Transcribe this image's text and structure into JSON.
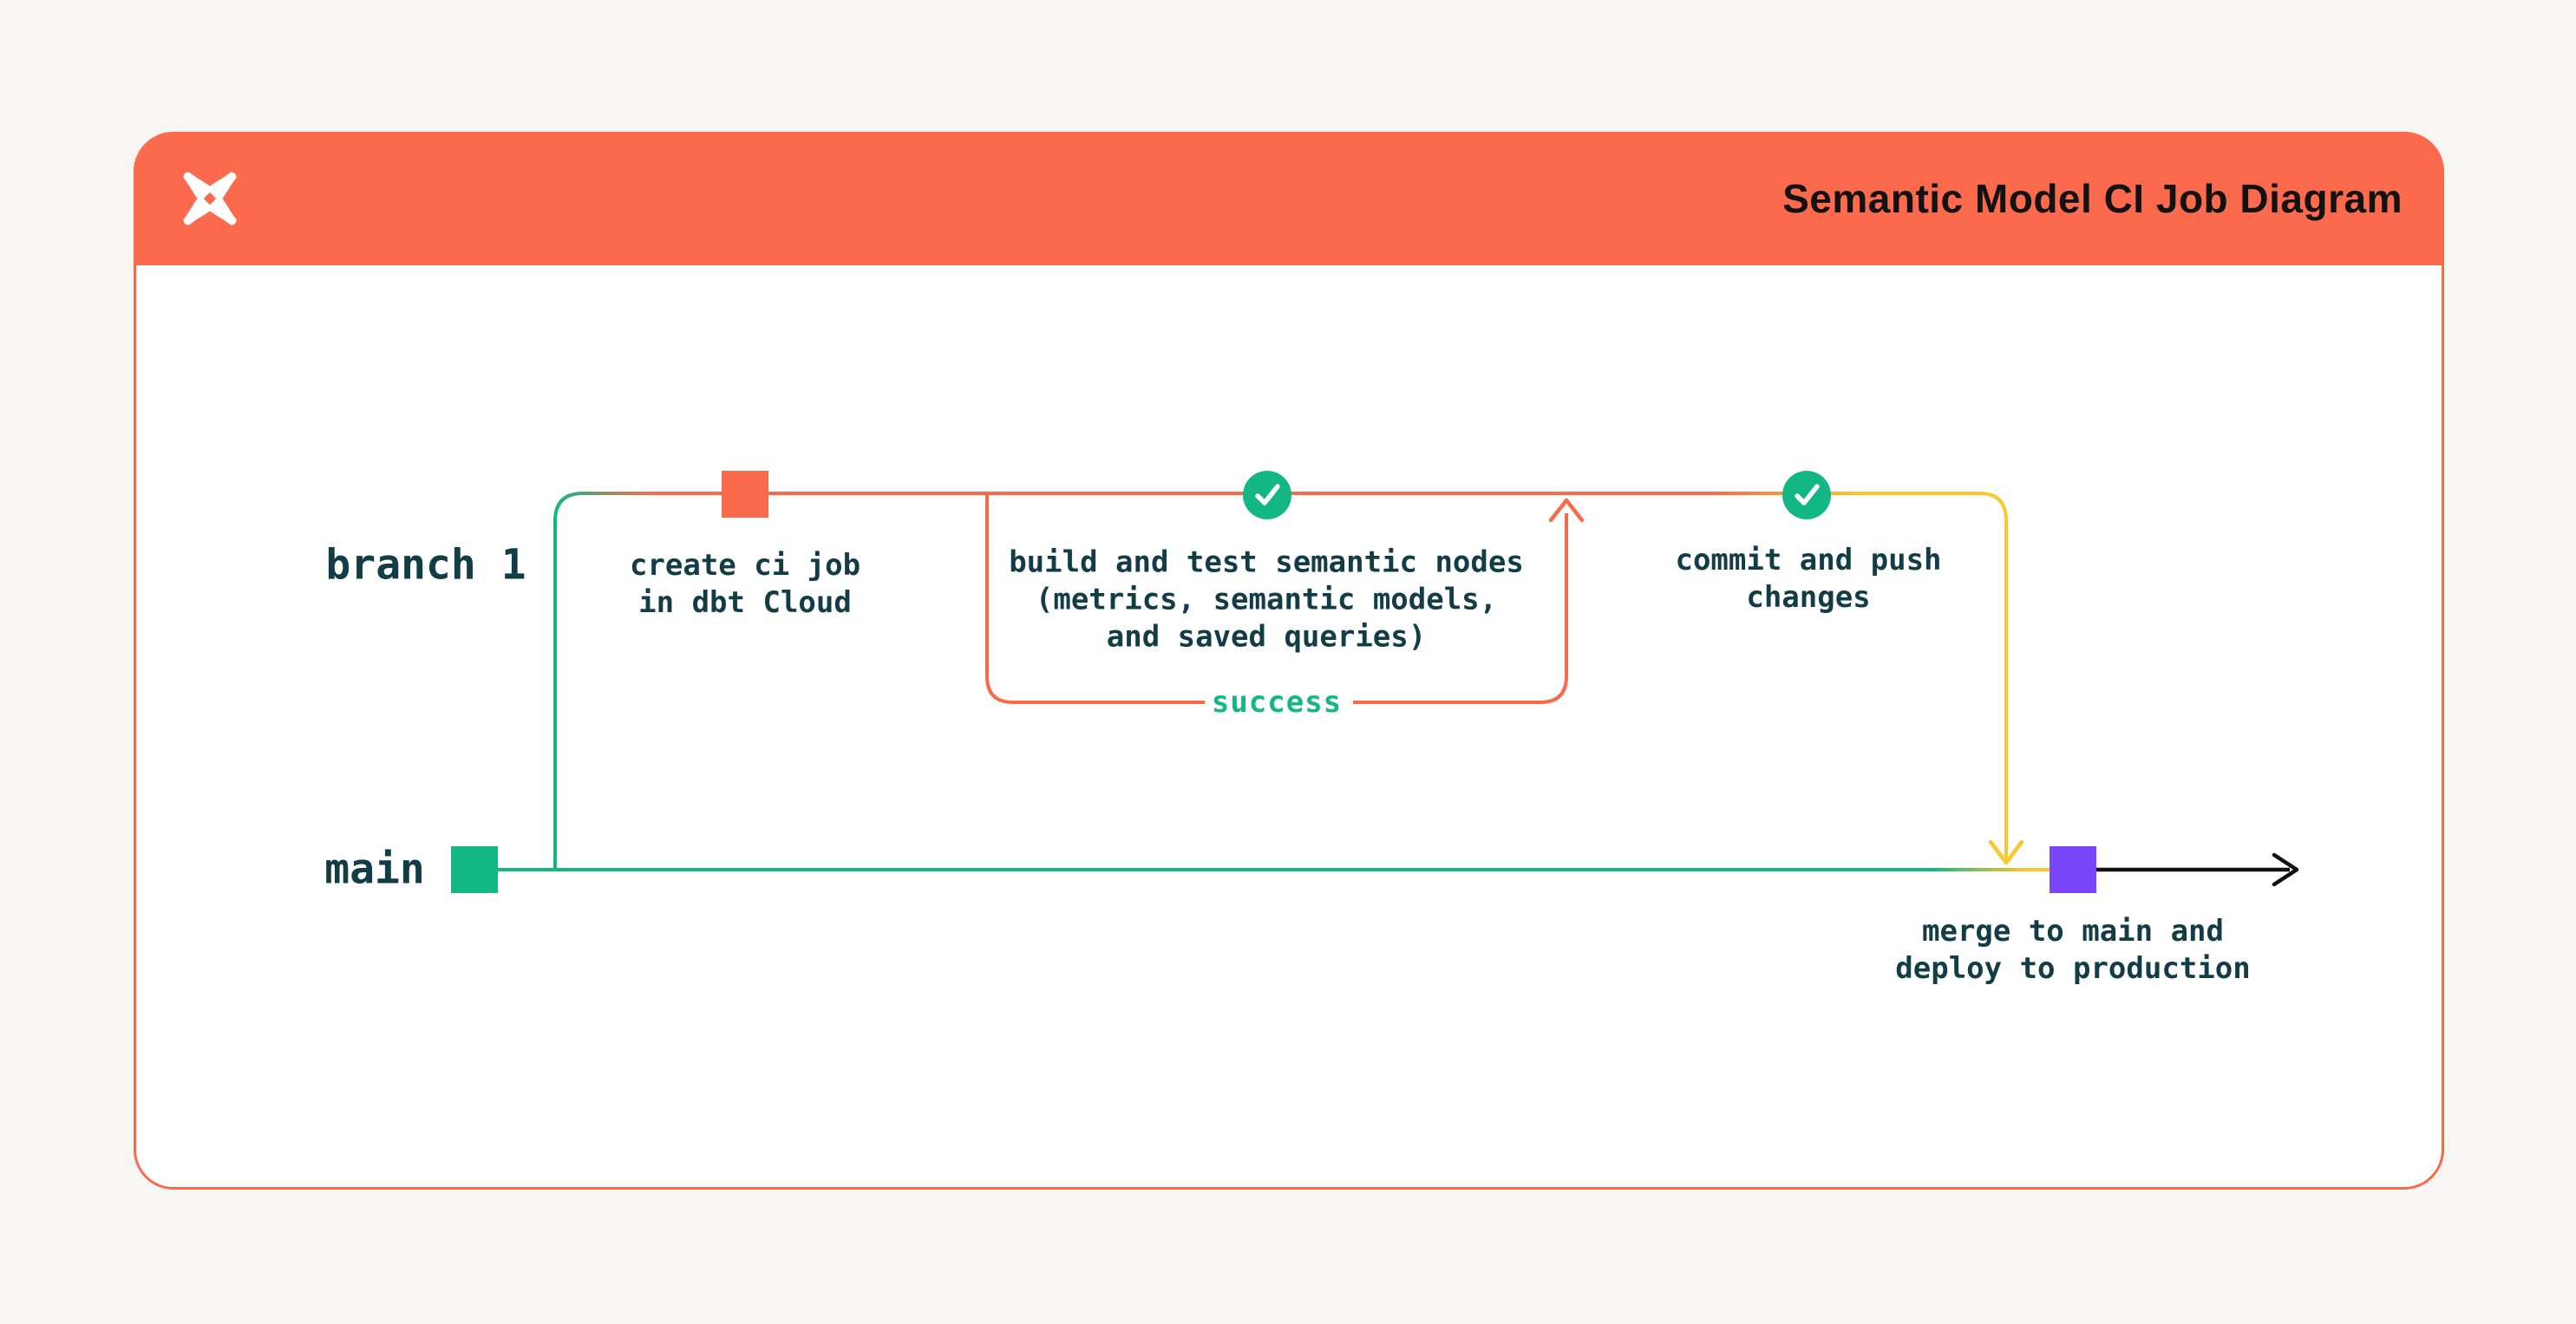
{
  "header": {
    "title": "Semantic Model CI Job Diagram",
    "logo": "dbt-star-logo"
  },
  "colors": {
    "page_bg": "#F7F6F3",
    "header_bg": "#FB6A4D",
    "card_bg": "#FFFFFF",
    "card_border": "#F96A4B",
    "orange": "#F96A4B",
    "green": "#12B784",
    "yellow": "#FDC62B",
    "purple": "#7A46F9",
    "dark_text": "#123C46",
    "title_color": "#121212",
    "black": "#111111"
  },
  "lanes": [
    {
      "id": "branch1",
      "label": "branch 1"
    },
    {
      "id": "main",
      "label": "main"
    }
  ],
  "nodes": [
    {
      "id": "create-ci",
      "lane": "branch1",
      "marker": "square",
      "marker_color": "#F96A4B",
      "label": "create ci job\nin dbt Cloud"
    },
    {
      "id": "build-test",
      "lane": "branch1",
      "marker": "check-circle",
      "marker_color": "#12B784",
      "label": "build and test semantic nodes\n(metrics, semantic models,\nand saved queries)"
    },
    {
      "id": "commit-push",
      "lane": "branch1",
      "marker": "check-circle",
      "marker_color": "#12B784",
      "label": "commit and push\nchanges"
    },
    {
      "id": "main-start",
      "lane": "main",
      "marker": "square",
      "marker_color": "#12B784",
      "label": ""
    },
    {
      "id": "merge-deploy",
      "lane": "main",
      "marker": "square",
      "marker_color": "#7A46F9",
      "label": "merge to main and\ndeploy to production"
    }
  ],
  "edge_labels": {
    "success": "success"
  }
}
